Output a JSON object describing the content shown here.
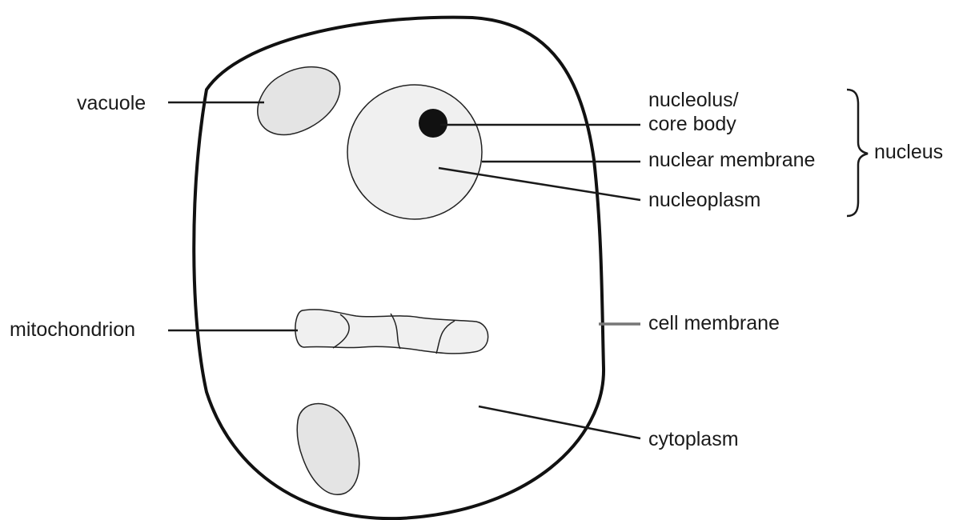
{
  "labels": {
    "vacuole": "vacuole",
    "nucleolus_line1": "nucleolus/",
    "nucleolus_line2": "core body",
    "nuclear_membrane": "nuclear membrane",
    "nucleoplasm": "nucleoplasm",
    "nucleus": "nucleus",
    "mitochondrion": "mitochondrion",
    "cell_membrane": "cell membrane",
    "cytoplasm": "cytoplasm"
  },
  "colors": {
    "outline": "#111111",
    "organelle_fill": "#e4e4e4",
    "nucleus_fill": "#f0f0f0",
    "nucleolus_fill": "#111111",
    "cell_membrane_pointer": "#777777"
  }
}
